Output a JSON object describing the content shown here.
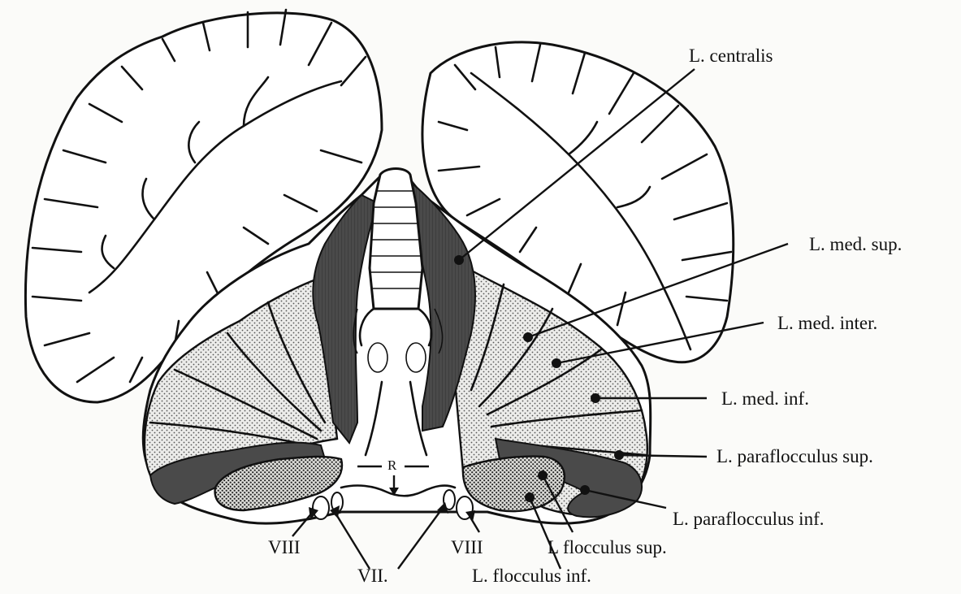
{
  "colors": {
    "background": "#fbfbf9",
    "outline": "#111111",
    "dark_lobe": "#4a4a4a",
    "light_stipple": "#d9d9d9",
    "dense_stipple": "#c4c4c4"
  },
  "labels": {
    "centralis": "L. centralis",
    "med_sup": "L. med. sup.",
    "med_inter": "L. med. inter.",
    "med_inf": "L. med. inf.",
    "paraflocculus_sup": "L. paraflocculus sup.",
    "paraflocculus_inf": "L. paraflocculus inf.",
    "flocculus_sup": "L flocculus sup.",
    "flocculus_inf": "L. flocculus inf.",
    "nerve_viii_left": "VIII",
    "nerve_viii_right": "VIII",
    "nerve_vii": "VII.",
    "r_marker": "R"
  }
}
